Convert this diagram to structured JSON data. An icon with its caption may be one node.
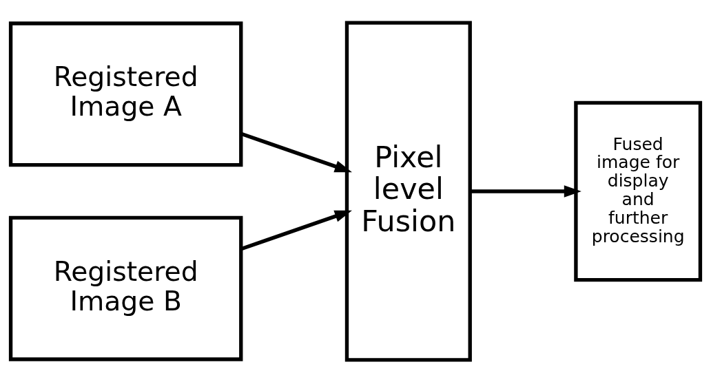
{
  "diagram": {
    "nodes": [
      {
        "text": [
          "Registered Image A"
        ]
      },
      {
        "text": [
          "Registered Image B"
        ]
      },
      {
        "text": [
          "Pixel level Fusion"
        ]
      },
      {
        "text": [
          "Fused image for display and further processing"
        ]
      }
    ],
    "edges": [
      {
        "from": 0,
        "to": 2,
        "arrow": "to"
      },
      {
        "from": 1,
        "to": 2,
        "arrow": "to"
      },
      {
        "from": 2,
        "to": 3,
        "arrow": "to"
      }
    ]
  }
}
